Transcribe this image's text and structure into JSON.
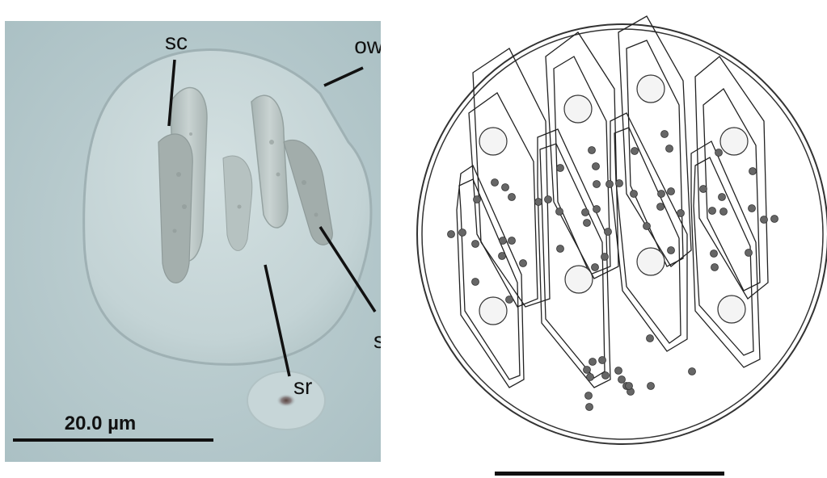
{
  "figure": {
    "left_panel": {
      "labels": {
        "sc": "sc",
        "ow": "ow",
        "sz": "sz",
        "sr": "sr"
      },
      "scale_bar_label": "20.0 µm"
    },
    "right_panel": {
      "scale_bar_label": ""
    }
  },
  "colors": {
    "background": "#aec3c6",
    "background_light": "#c5d5d7",
    "oocyst_fill": "#c9d8d9",
    "oocyst_edge": "#9eafb2",
    "sporocyst_fill": "#b7c4c4",
    "sporozoite_fill": "#9fa9a6",
    "label_line": "#111111",
    "drawing_line": "#222222",
    "granule": "#666666",
    "nucleus_fill": "#f6f6f6"
  }
}
